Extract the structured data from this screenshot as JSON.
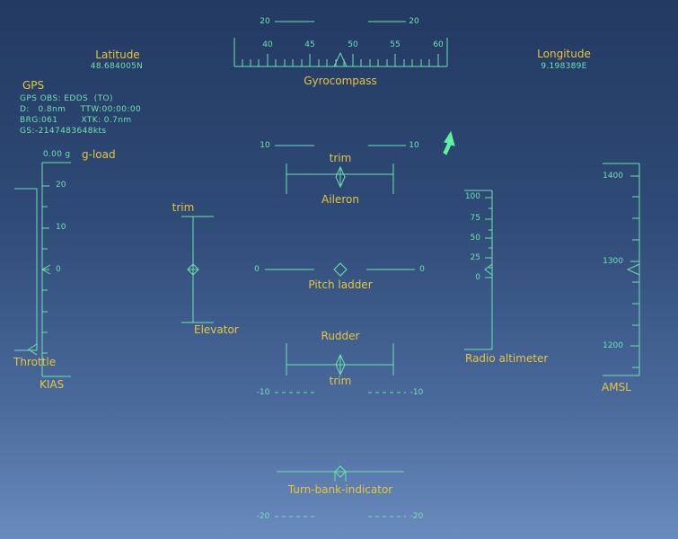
{
  "labels": {
    "latitude": "Latitude",
    "longitude": "Longitude",
    "gyrocompass": "Gyrocompass",
    "gps": "GPS",
    "g_load": "g-load",
    "trim_aileron_top": "trim",
    "aileron": "Aileron",
    "trim_elevator": "trim",
    "elevator": "Elevator",
    "pitch_ladder": "Pitch ladder",
    "rudder": "Rudder",
    "trim_rudder_bottom": "trim",
    "throttle": "Throttle",
    "kias": "KIAS",
    "radio_altimeter": "Radio altimeter",
    "amsl": "AMSL",
    "turn_bank": "Turn-bank-indicator"
  },
  "values": {
    "latitude": "48.684005N",
    "longitude": "9.198389E",
    "g_load": "0.00 g"
  },
  "gps_lines": [
    "GPS OBS: EDDS  (TO)",
    "D:   0.8nm     TTW:00:00:00",
    "BRG:061        XTK: 0.7nm",
    "GS:-2147483648kts"
  ],
  "compass": {
    "ticks": [
      "40",
      "45",
      "50",
      "55",
      "60"
    ],
    "bank_left": "20",
    "bank_right": "20"
  },
  "kias_scale": [
    "20",
    "10",
    "0"
  ],
  "radio_alt_scale": [
    "100",
    "75",
    "50",
    "25",
    "0"
  ],
  "amsl_scale": [
    "1400",
    "1300",
    "1200"
  ],
  "pitch_ladder": {
    "p10_left": "10",
    "p10_right": "10",
    "p0_left": "0",
    "p0_right": "0",
    "m10_left": "-10",
    "m10_right": "-10",
    "m20_left": "-20",
    "m20_right": "-20"
  },
  "colors": {
    "hud_green": "#6ee0b0",
    "label_yellow": "#e8c53a",
    "arrow": "#5ff0a0"
  }
}
